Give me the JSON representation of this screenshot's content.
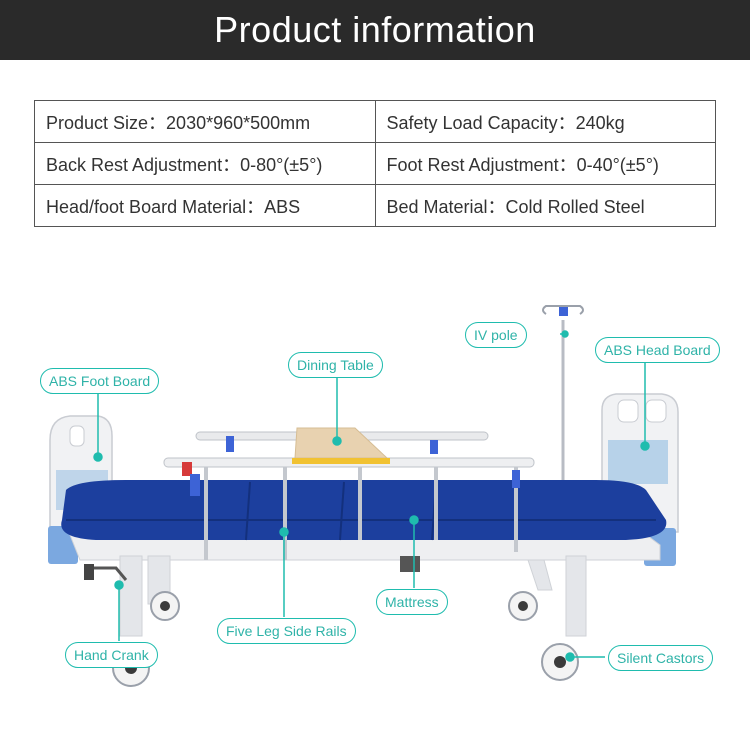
{
  "header": {
    "title": "Product information"
  },
  "specs": [
    [
      "Product Size：2030*960*500mm",
      "Safety Load Capacity：240kg"
    ],
    [
      "Back Rest Adjustment：0-80°(±5°)",
      "Foot Rest Adjustment：0-40°(±5°)"
    ],
    [
      "Head/foot Board Material：ABS",
      "Bed Material：Cold Rolled Steel"
    ]
  ],
  "callouts": {
    "iv_pole": "IV pole",
    "abs_head_board": "ABS Head Board",
    "dining_table": "Dining Table",
    "abs_foot_board": "ABS Foot Board",
    "mattress": "Mattress",
    "five_leg_side_rails": "Five Leg Side Rails",
    "hand_crank": "Hand Crank",
    "silent_castors": "Silent Castors"
  },
  "colors": {
    "accent": "#1fbcae",
    "mattress": "#1c3f9e",
    "banner": "#2a2a2a"
  }
}
